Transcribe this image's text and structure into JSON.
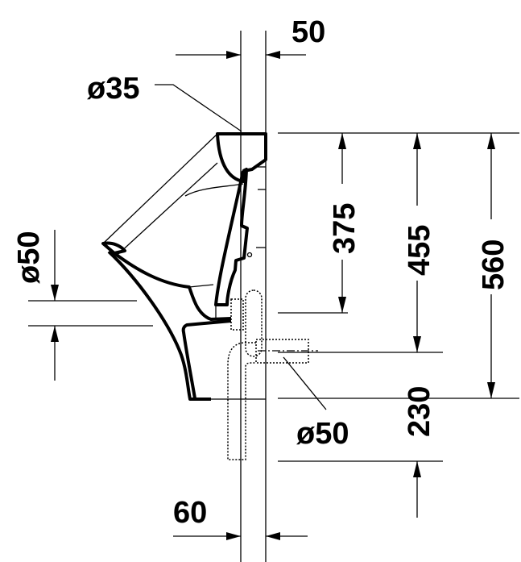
{
  "drawing": {
    "top_dimension": "50",
    "inlet_diameter": "ø35",
    "height_375": "375",
    "height_455": "455",
    "height_560": "560",
    "height_230": "230",
    "left_outlet_diameter": "ø50",
    "bottom_outlet_diameter": "ø50",
    "bottom_dimension": "60"
  }
}
